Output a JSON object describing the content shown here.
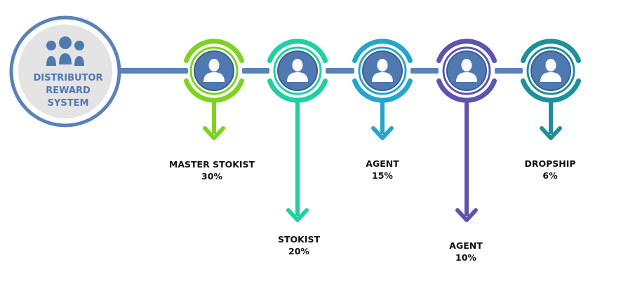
{
  "hub": {
    "line1": "DISTRIBUTOR",
    "line2": "REWARD",
    "line3": "SYSTEM",
    "icon": "users-group-icon",
    "color": "#4f79b0",
    "ring_color": "#5b82b6"
  },
  "tiers": [
    {
      "name": "MASTER STOKIST",
      "percent": "30%",
      "color": "#7ed321",
      "icon": "user-icon"
    },
    {
      "name": "STOKIST",
      "percent": "20%",
      "color": "#1fd1a0",
      "icon": "user-icon"
    },
    {
      "name": "AGENT",
      "percent": "15%",
      "color": "#23a6c9",
      "icon": "user-icon"
    },
    {
      "name": "AGENT",
      "percent": "10%",
      "color": "#5c55ad",
      "icon": "user-icon"
    },
    {
      "name": "DROPSHIP",
      "percent": "6%",
      "color": "#1f8f9a",
      "icon": "user-icon"
    }
  ],
  "connector_color": "#5b82b6",
  "node_fill": "#4f79b0"
}
